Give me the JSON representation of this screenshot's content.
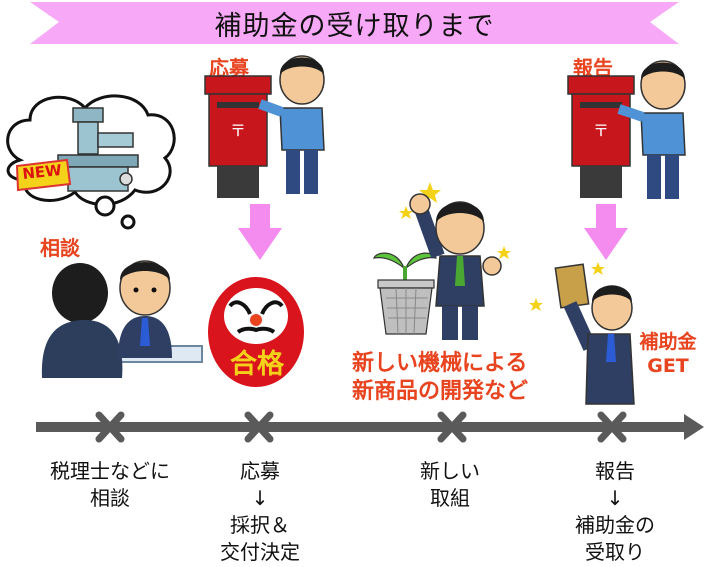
{
  "banner": {
    "title": "補助金の受け取りまで",
    "color": "#f7a8f7"
  },
  "labels": {
    "consult": "相談",
    "apply": "応募",
    "report": "報告",
    "new_badge": "NEW",
    "passed": "合格",
    "activity_line1": "新しい機械による",
    "activity_line2": "新商品の開発など",
    "get_line1": "補助金",
    "get_line2": "GET"
  },
  "steps": [
    {
      "line1": "税理士などに",
      "line2": "相談",
      "line3": "",
      "line4": ""
    },
    {
      "line1": "応募",
      "line2": "↓",
      "line3": "採択＆",
      "line4": "交付決定"
    },
    {
      "line1": "新しい",
      "line2": "取組",
      "line3": "",
      "line4": ""
    },
    {
      "line1": "報告",
      "line2": "↓",
      "line3": "補助金の",
      "line4": "受取り"
    }
  ],
  "colors": {
    "accent_red": "#e8441f",
    "arrow_pink": "#f48cf0",
    "timeline": "#5a5a5a",
    "postbox": "#c8161d"
  }
}
